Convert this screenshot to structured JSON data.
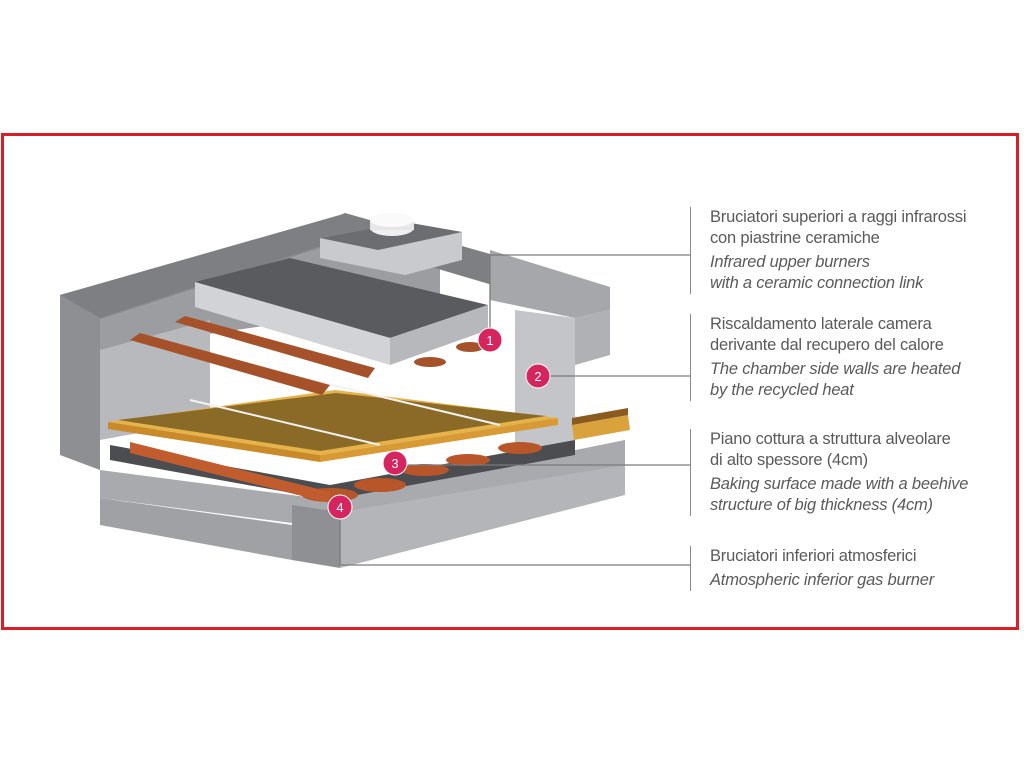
{
  "colors": {
    "frame_border": "#d81f26",
    "badge": "#d6245f",
    "text": "#5a5a5a",
    "leader_line": "#7a7a7a"
  },
  "markers": [
    "1",
    "2",
    "3",
    "4"
  ],
  "callouts": [
    {
      "number": "1",
      "italian": "Bruciatori superiori a raggi infrarossi\ncon piastrine ceramiche",
      "english": "Infrared upper burners\nwith a ceramic connection link"
    },
    {
      "number": "2",
      "italian": "Riscaldamento laterale camera\nderivante dal recupero del calore",
      "english": "The chamber side walls are heated\nby the recycled heat"
    },
    {
      "number": "3",
      "italian": "Piano cottura a struttura alveolare\ndi alto spessore (4cm)",
      "english": "Baking surface made with a beehive\nstructure of big thickness (4cm)"
    },
    {
      "number": "4",
      "italian": "Bruciatori inferiori atmosferici",
      "english": "Atmospheric inferior gas burner"
    }
  ]
}
